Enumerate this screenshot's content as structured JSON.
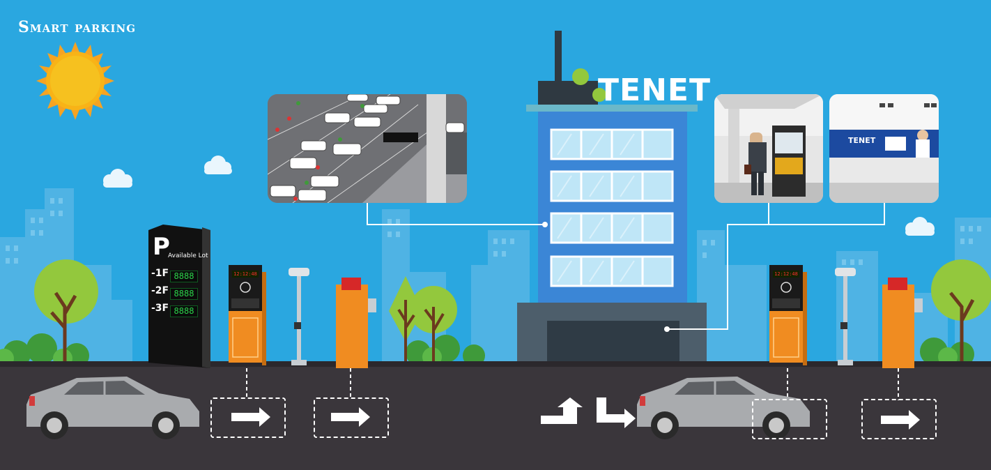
{
  "header": {
    "title": "Smart parking"
  },
  "building": {
    "brand": "TENET"
  },
  "sign": {
    "letter": "P",
    "subtitle": "Available Lot",
    "floors": [
      {
        "label": "-1F",
        "count": "8888"
      },
      {
        "label": "-2F",
        "count": "8888"
      },
      {
        "label": "-3F",
        "count": "8888"
      }
    ]
  },
  "terminals": {
    "display_left": "12:12:48",
    "display_right": "12:12:48"
  },
  "kiosk_panel": {
    "badge": "TENET"
  },
  "colors": {
    "sky": "#2aa7e0",
    "road": "#3a363b",
    "barrier_orange": "#f08c21",
    "building_blue": "#3b86d6",
    "tree_green": "#93c83d"
  }
}
